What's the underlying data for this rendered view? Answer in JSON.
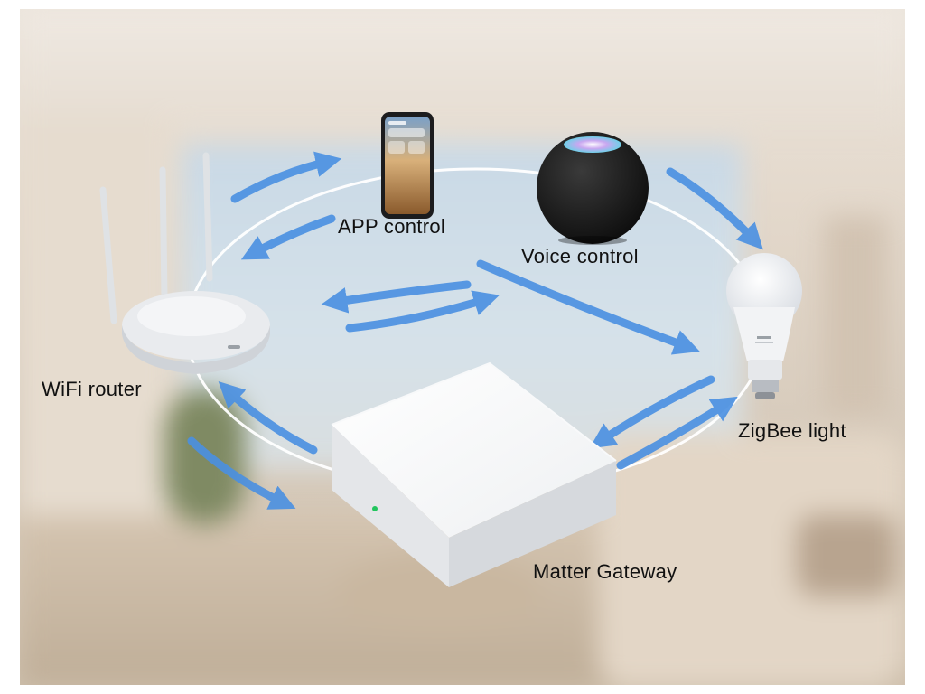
{
  "labels": {
    "app": "APP control",
    "voice": "Voice control",
    "router": "WiFi router",
    "light": "ZigBee light",
    "gateway": "Matter Gateway"
  },
  "colors": {
    "arrow": "#4a90e2",
    "ring": "#ffffff",
    "gateway_led": "#22c55e"
  },
  "icons": {
    "phone": "smartphone-icon",
    "speaker": "smart-speaker-icon",
    "router": "wifi-router-icon",
    "bulb": "light-bulb-icon",
    "gateway": "gateway-hub-icon"
  }
}
